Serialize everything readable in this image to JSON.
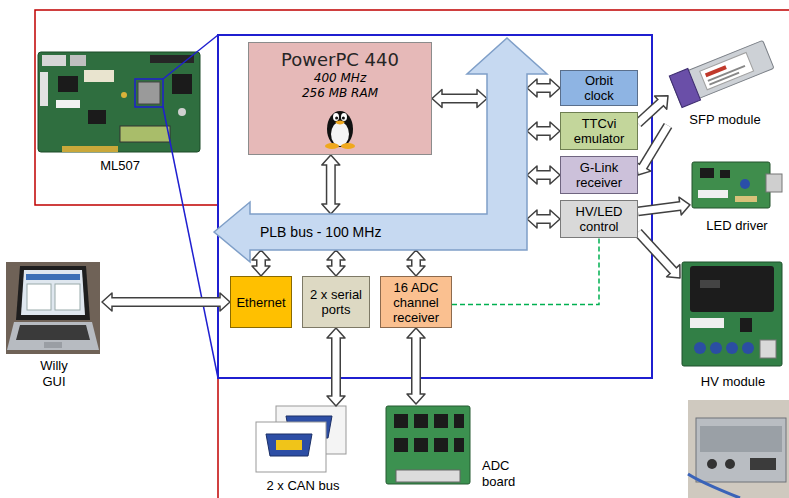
{
  "diagram": {
    "nodes": [
      {
        "text": [
          "ML507"
        ]
      },
      {
        "text": [
          "PowerPC 440",
          "400 MHz 256 MB RAM"
        ]
      },
      {
        "text": [
          "Orbit clock"
        ]
      },
      {
        "text": [
          "TTCvi emulator"
        ]
      },
      {
        "text": [
          "SFP module"
        ]
      },
      {
        "text": [
          "G-Link receiver"
        ]
      },
      {
        "text": [
          "HV/LED control"
        ]
      },
      {
        "text": [
          "LED driver"
        ]
      },
      {
        "text": [
          "PLB bus - 100 MHz"
        ]
      },
      {
        "text": [
          "Willy GUI"
        ]
      },
      {
        "text": [
          "Ethernet"
        ]
      },
      {
        "text": [
          "2 x serial ports"
        ]
      },
      {
        "text": [
          "16 ADC channel receiver"
        ]
      },
      {
        "text": [
          "HV module"
        ]
      },
      {
        "text": [
          "2 x CAN bus"
        ]
      },
      {
        "text": [
          "ADC board"
        ]
      }
    ],
    "edges": [
      {
        "from": 1,
        "to": 8,
        "arrow": "both"
      },
      {
        "from": 1,
        "to": 8,
        "arrow": "both"
      },
      {
        "from": 8,
        "to": 2,
        "arrow": "both"
      },
      {
        "from": 8,
        "to": 3,
        "arrow": "both"
      },
      {
        "from": 8,
        "to": 5,
        "arrow": "both"
      },
      {
        "from": 8,
        "to": 6,
        "arrow": "both"
      },
      {
        "from": 3,
        "to": 4,
        "arrow": "to"
      },
      {
        "from": 4,
        "to": 5,
        "arrow": "to"
      },
      {
        "from": 6,
        "to": 7,
        "arrow": "to"
      },
      {
        "from": 6,
        "to": 13,
        "arrow": "to"
      },
      {
        "from": 9,
        "to": 10,
        "arrow": "both"
      },
      {
        "from": 8,
        "to": 10,
        "arrow": "both"
      },
      {
        "from": 8,
        "to": 11,
        "arrow": "both"
      },
      {
        "from": 8,
        "to": 12,
        "arrow": "both"
      },
      {
        "from": 11,
        "to": 14,
        "arrow": "both"
      },
      {
        "from": 12,
        "to": 15,
        "arrow": "both"
      },
      {
        "from": 12,
        "to": 6,
        "arrow": "none"
      }
    ]
  }
}
